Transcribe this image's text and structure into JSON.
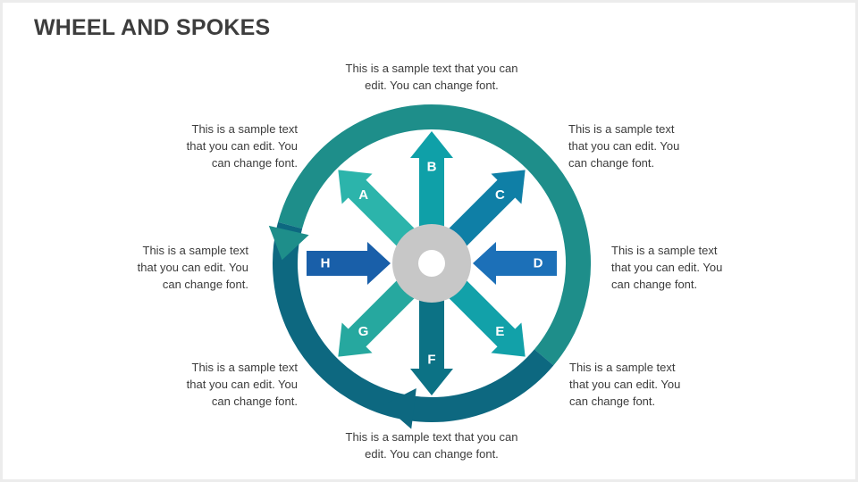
{
  "title": "WHEEL AND SPOKES",
  "captions": {
    "top": {
      "text": "This is a sample text that you can edit. You can change font."
    },
    "upper_left": {
      "text": "This is a sample text that you can edit. You can change font."
    },
    "upper_right": {
      "text": "This is a sample text that you can edit. You can change font."
    },
    "mid_left": {
      "text": "This is a sample text that you can edit. You can change font."
    },
    "mid_right": {
      "text": "This is a sample text that you can edit. You can change font."
    },
    "lower_left": {
      "text": "This is a sample text that you can edit. You can change font."
    },
    "lower_right": {
      "text": "This is a sample text that you can edit. You can change font."
    },
    "bottom": {
      "text": "This is a sample text that you can edit. You can change font."
    }
  },
  "wheel": {
    "hub": {
      "fill": "#c7c7c7",
      "inner": "#ffffff"
    },
    "ring": [
      {
        "name": "ring-arc-top",
        "color": "#1e8e8a",
        "from": 195,
        "to": 40,
        "head_at": 193,
        "head_dir": -1
      },
      {
        "name": "ring-arc-bottom",
        "color": "#0d6880",
        "from": 40,
        "to": 195,
        "head_at": 97,
        "head_dir": 1
      }
    ],
    "spokes": [
      {
        "label": "A",
        "angle": 225,
        "dir": "out",
        "color": "#2cb4ab"
      },
      {
        "label": "B",
        "angle": 270,
        "dir": "out",
        "color": "#0fa0a8"
      },
      {
        "label": "C",
        "angle": 315,
        "dir": "out",
        "color": "#0f7fa6"
      },
      {
        "label": "D",
        "angle": 0,
        "dir": "in",
        "color": "#1c70b8"
      },
      {
        "label": "E",
        "angle": 45,
        "dir": "out",
        "color": "#12a1a9"
      },
      {
        "label": "F",
        "angle": 90,
        "dir": "out",
        "color": "#0c7285"
      },
      {
        "label": "G",
        "angle": 135,
        "dir": "out",
        "color": "#26a89f"
      },
      {
        "label": "H",
        "angle": 180,
        "dir": "in",
        "color": "#195fa9"
      }
    ]
  }
}
